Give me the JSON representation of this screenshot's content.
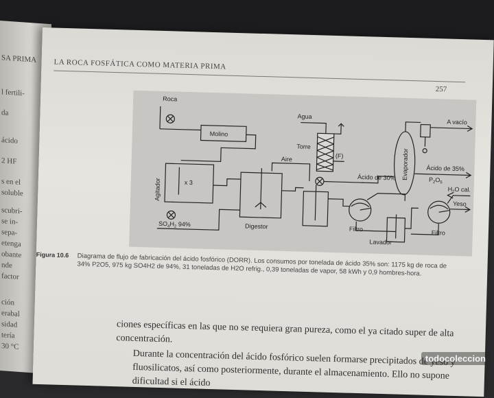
{
  "left_page": {
    "fragments": [
      "SA PRIMA",
      "l fertili-",
      "da",
      "ácido",
      "2 HF",
      "s en el",
      "soluble",
      "scubri-",
      "se in-",
      "sepa-",
      "etenga",
      "obante",
      "nde",
      "factor",
      "ción",
      "erabal",
      "sidad",
      "tería",
      "30 °C"
    ]
  },
  "header": {
    "running_title": "LA ROCA FOSFÁTICA COMO MATERIA PRIMA",
    "page_number": "257"
  },
  "figure": {
    "labels": {
      "roca": "Roca",
      "molino": "Molino",
      "agitador": "Agitador",
      "x3": "x 3",
      "so4h2": "SO4H2 94%",
      "so4h2_main": "SO",
      "so4h2_sub1": "4",
      "so4h2_mid": "H",
      "so4h2_sub2": "2",
      "so4h2_tail": " 94%",
      "digestor": "Digestor",
      "aire": "Aire",
      "agua": "Agua",
      "torre": "Torre",
      "f": "(F)",
      "acido30": "Ácido de 30%",
      "evaporador": "Evaporador",
      "avacio": "A vacío",
      "acido35": "Ácido de 35%",
      "p2o5": "P2O5",
      "p2o5_p": "P",
      "p2o5_s1": "2",
      "p2o5_o": "O",
      "p2o5_s2": "5",
      "h2ocal": "H2O cal.",
      "h2o_h": "H",
      "h2o_s": "2",
      "h2o_tail": "O cal.",
      "yeso": "Yeso",
      "filtro1": "Filtro",
      "filtro2": "Filtro",
      "lavador": "Lavador"
    }
  },
  "caption": {
    "label": "Figura 10.6",
    "text": "Diagrama de flujo de fabricación del ácido fosfórico (DORR). Los consumos por tonelada de ácido 35% son: 1175 kg de roca de 34% P2O5, 975 kg SO4H2 de 94%, 31 toneladas de H2O refrig., 0,39 toneladas de vapor, 58 kWh y 0,9 hombres-hora."
  },
  "body": {
    "paragraph1": "ciones específicas en las que no se requiera gran pureza, como el ya citado super de alta concentración.",
    "paragraph2": "Durante la concentración del ácido fosfórico suelen formarse precipitados de yeso y fluosilicatos, así como posteriormente, durante el almacenamiento. Ello no supone dificultad si el ácido"
  },
  "watermark": {
    "text": "todocoleccion"
  }
}
